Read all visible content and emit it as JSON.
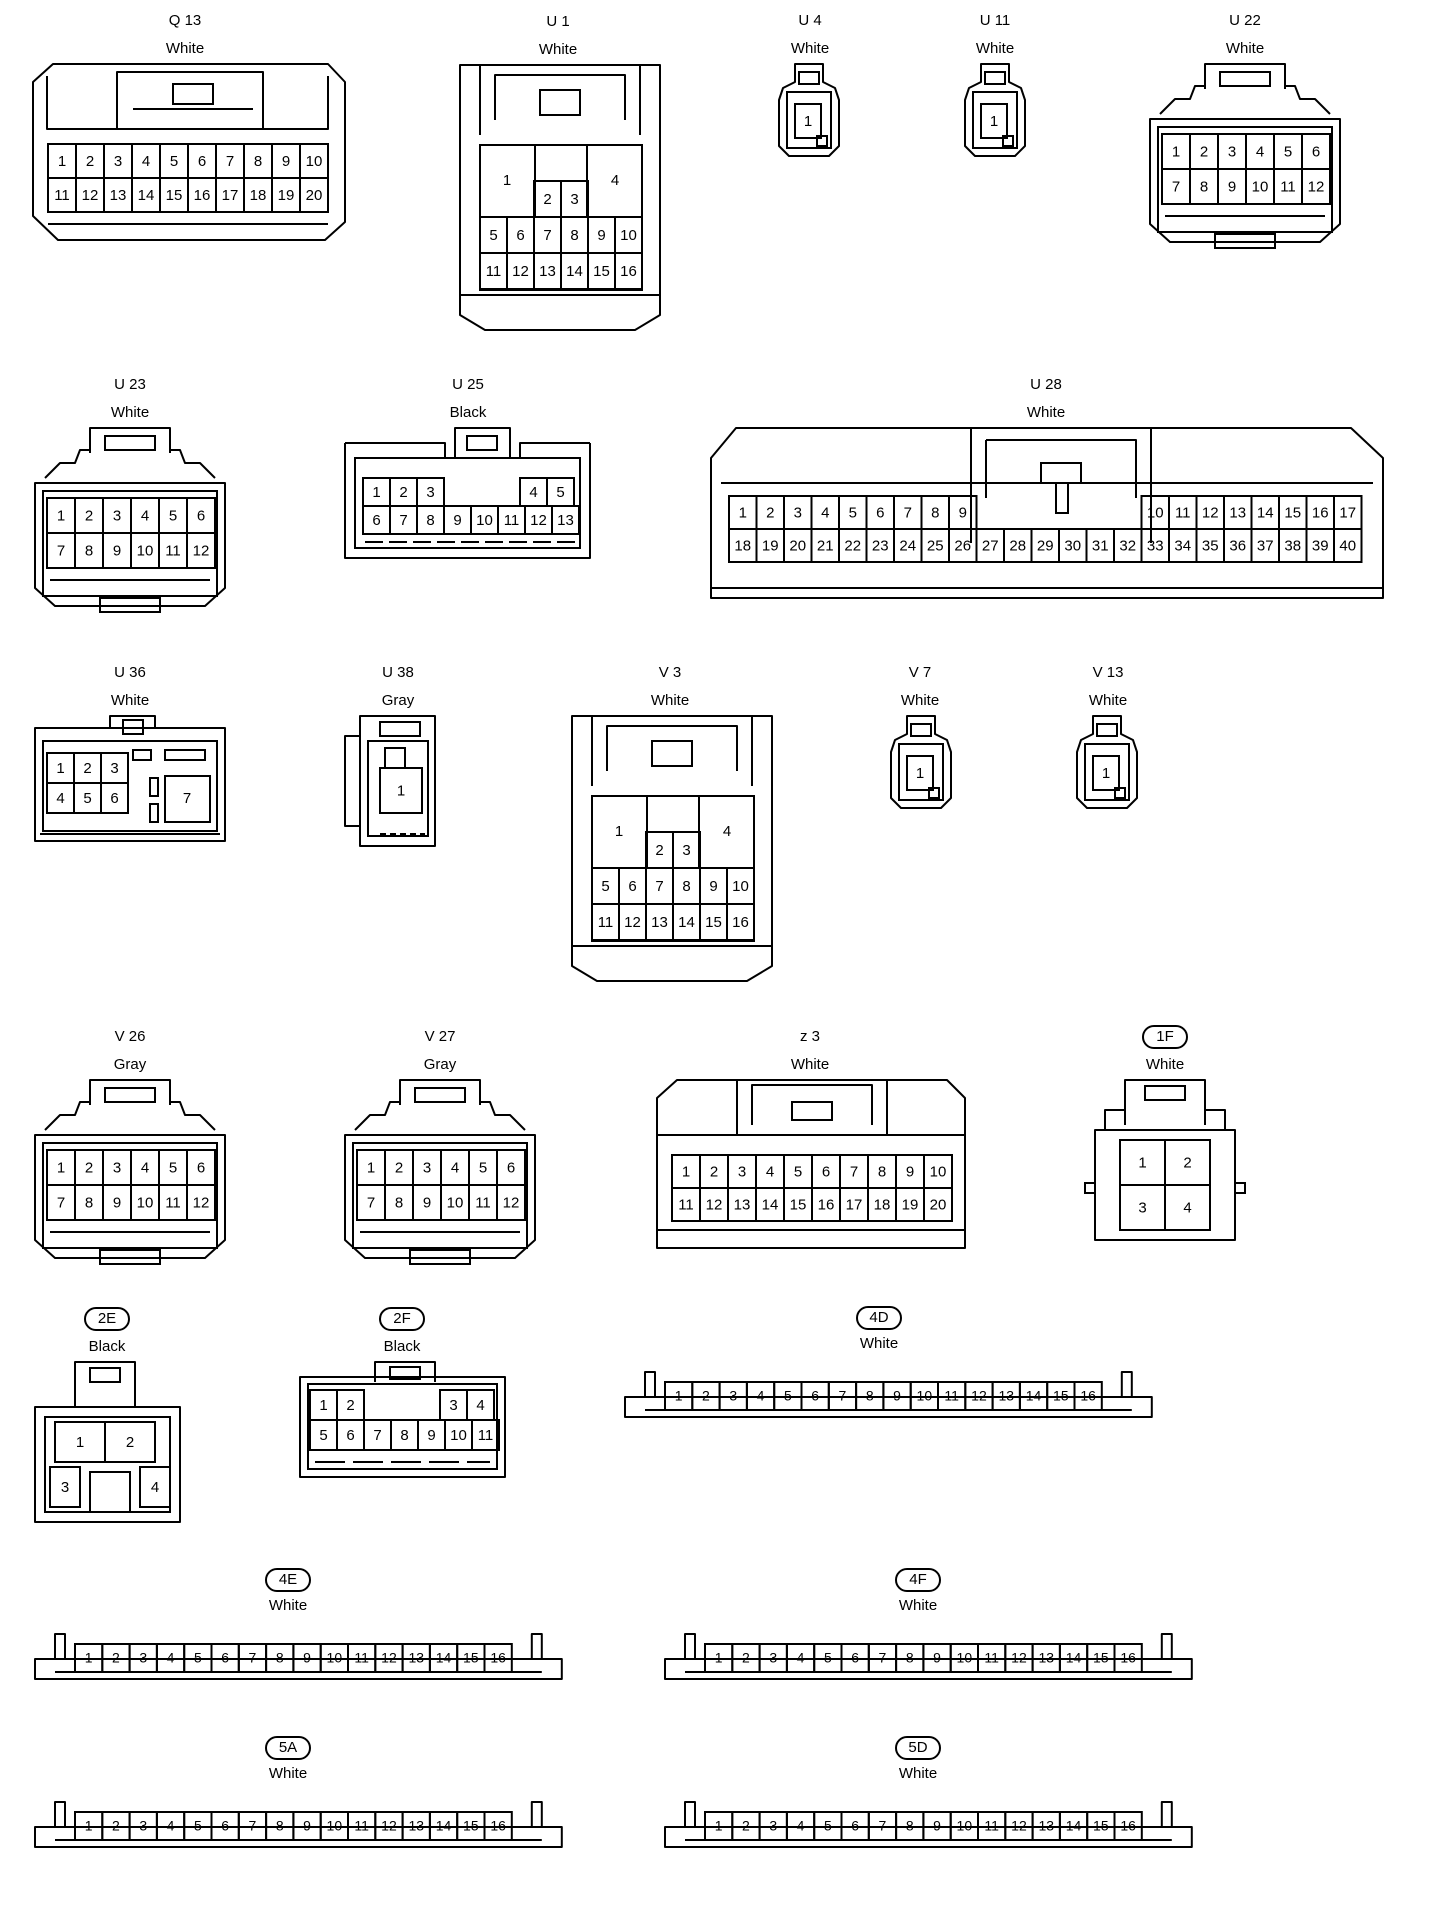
{
  "connectors": [
    {
      "id": "Q 13",
      "color": "White",
      "pins": [
        "1",
        "2",
        "3",
        "4",
        "5",
        "6",
        "7",
        "8",
        "9",
        "10",
        "11",
        "12",
        "13",
        "14",
        "15",
        "16",
        "17",
        "18",
        "19",
        "20"
      ]
    },
    {
      "id": "U 1",
      "color": "White",
      "pins": [
        "1",
        "2",
        "3",
        "4",
        "5",
        "6",
        "7",
        "8",
        "9",
        "10",
        "11",
        "12",
        "13",
        "14",
        "15",
        "16"
      ]
    },
    {
      "id": "U 4",
      "color": "White",
      "pins": [
        "1"
      ]
    },
    {
      "id": "U 11",
      "color": "White",
      "pins": [
        "1"
      ]
    },
    {
      "id": "U 22",
      "color": "White",
      "pins": [
        "1",
        "2",
        "3",
        "4",
        "5",
        "6",
        "7",
        "8",
        "9",
        "10",
        "11",
        "12"
      ]
    },
    {
      "id": "U 23",
      "color": "White",
      "pins": [
        "1",
        "2",
        "3",
        "4",
        "5",
        "6",
        "7",
        "8",
        "9",
        "10",
        "11",
        "12"
      ]
    },
    {
      "id": "U 25",
      "color": "Black",
      "pins": [
        "1",
        "2",
        "3",
        "4",
        "5",
        "6",
        "7",
        "8",
        "9",
        "10",
        "11",
        "12",
        "13"
      ]
    },
    {
      "id": "U 28",
      "color": "White",
      "pins": [
        "1",
        "2",
        "3",
        "4",
        "5",
        "6",
        "7",
        "8",
        "9",
        "10",
        "11",
        "12",
        "13",
        "14",
        "15",
        "16",
        "17",
        "18",
        "19",
        "20",
        "21",
        "22",
        "23",
        "24",
        "25",
        "26",
        "27",
        "28",
        "29",
        "30",
        "31",
        "32",
        "33",
        "34",
        "35",
        "36",
        "37",
        "38",
        "39",
        "40"
      ]
    },
    {
      "id": "U 36",
      "color": "White",
      "pins": [
        "1",
        "2",
        "3",
        "4",
        "5",
        "6",
        "7"
      ]
    },
    {
      "id": "U 38",
      "color": "Gray",
      "pins": [
        "1"
      ]
    },
    {
      "id": "V 3",
      "color": "White",
      "pins": [
        "1",
        "2",
        "3",
        "4",
        "5",
        "6",
        "7",
        "8",
        "9",
        "10",
        "11",
        "12",
        "13",
        "14",
        "15",
        "16"
      ]
    },
    {
      "id": "V 7",
      "color": "White",
      "pins": [
        "1"
      ]
    },
    {
      "id": "V 13",
      "color": "White",
      "pins": [
        "1"
      ]
    },
    {
      "id": "V 26",
      "color": "Gray",
      "pins": [
        "1",
        "2",
        "3",
        "4",
        "5",
        "6",
        "7",
        "8",
        "9",
        "10",
        "11",
        "12"
      ]
    },
    {
      "id": "V 27",
      "color": "Gray",
      "pins": [
        "1",
        "2",
        "3",
        "4",
        "5",
        "6",
        "7",
        "8",
        "9",
        "10",
        "11",
        "12"
      ]
    },
    {
      "id": "z 3",
      "color": "White",
      "pins": [
        "1",
        "2",
        "3",
        "4",
        "5",
        "6",
        "7",
        "8",
        "9",
        "10",
        "11",
        "12",
        "13",
        "14",
        "15",
        "16",
        "17",
        "18",
        "19",
        "20"
      ]
    },
    {
      "id": "1F",
      "color": "White",
      "pins": [
        "1",
        "2",
        "3",
        "4"
      ]
    },
    {
      "id": "2E",
      "color": "Black",
      "pins": [
        "1",
        "2",
        "3",
        "4"
      ]
    },
    {
      "id": "2F",
      "color": "Black",
      "pins": [
        "1",
        "2",
        "3",
        "4",
        "5",
        "6",
        "7",
        "8",
        "9",
        "10",
        "11"
      ]
    },
    {
      "id": "4D",
      "color": "White",
      "pins": [
        "1",
        "2",
        "3",
        "4",
        "5",
        "6",
        "7",
        "8",
        "9",
        "10",
        "11",
        "12",
        "13",
        "14",
        "15",
        "16"
      ]
    },
    {
      "id": "4E",
      "color": "White",
      "pins": [
        "1",
        "2",
        "3",
        "4",
        "5",
        "6",
        "7",
        "8",
        "9",
        "10",
        "11",
        "12",
        "13",
        "14",
        "15",
        "16"
      ]
    },
    {
      "id": "4F",
      "color": "White",
      "pins": [
        "1",
        "2",
        "3",
        "4",
        "5",
        "6",
        "7",
        "8",
        "9",
        "10",
        "11",
        "12",
        "13",
        "14",
        "15",
        "16"
      ]
    },
    {
      "id": "5A",
      "color": "White",
      "pins": [
        "1",
        "2",
        "3",
        "4",
        "5",
        "6",
        "7",
        "8",
        "9",
        "10",
        "11",
        "12",
        "13",
        "14",
        "15",
        "16"
      ]
    },
    {
      "id": "5D",
      "color": "White",
      "pins": [
        "1",
        "2",
        "3",
        "4",
        "5",
        "6",
        "7",
        "8",
        "9",
        "10",
        "11",
        "12",
        "13",
        "14",
        "15",
        "16"
      ]
    }
  ]
}
